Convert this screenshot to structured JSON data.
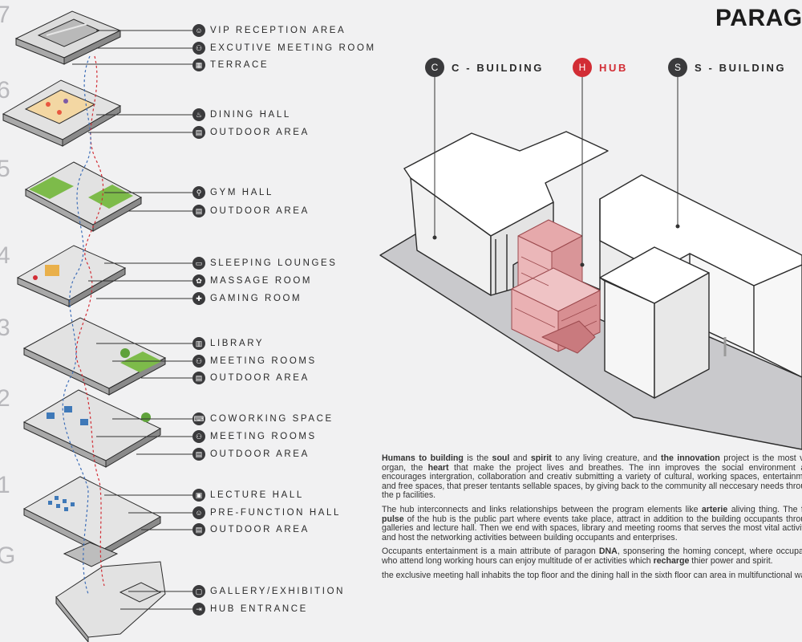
{
  "brand": "PARAG",
  "floors": [
    {
      "num": "7",
      "labels": [
        "VIP RECEPTION AREA",
        "EXCUTIVE MEETING ROOM",
        "TERRACE"
      ]
    },
    {
      "num": "6",
      "labels": [
        "DINING HALL",
        "OUTDOOR AREA"
      ]
    },
    {
      "num": "5",
      "labels": [
        "GYM HALL",
        "OUTDOOR AREA"
      ]
    },
    {
      "num": "4",
      "labels": [
        "SLEEPING LOUNGES",
        "MASSAGE ROOM",
        "GAMING ROOM"
      ]
    },
    {
      "num": "3",
      "labels": [
        "LIBRARY",
        "MEETING ROOMS",
        "OUTDOOR AREA"
      ]
    },
    {
      "num": "2",
      "labels": [
        "COWORKING SPACE",
        "MEETING ROOMS",
        "OUTDOOR AREA"
      ]
    },
    {
      "num": "1",
      "labels": [
        "LECTURE HALL",
        "PRE-FUNCTION HALL",
        "OUTDOOR AREA"
      ]
    },
    {
      "num": "G",
      "labels": [
        "GALLERY/EXHIBITION",
        "HUB ENTRANCE"
      ]
    }
  ],
  "tags": {
    "c_letter": "C",
    "c_label": "C - BUILDING",
    "h_letter": "H",
    "h_label": "HUB",
    "s_letter": "S",
    "s_label": "S - BUILDING"
  },
  "text": {
    "p1": {
      "a": "Humans to building",
      "b": " is the ",
      "c": "soul",
      "d": " and ",
      "e": "spirit",
      "f": " to any living creature, and ",
      "g": "the innovation",
      "h": " project is the most vital organ, the ",
      "i": "heart",
      "j": " that make the project lives and breathes. The inn improves the social environment and encourages intergration, collaboration and creativ submitting a variety of cultural, working spaces, entertainment and free spaces, that preser tentants sellable spaces, by giving back to the community all neccesary needs through the p facilities."
    },
    "p2": {
      "a": "The hub interconnects and links relationships between the program elements like ",
      "b": "arterie",
      "c": " aliving thing. The first ",
      "d": "pulse",
      "e": " of the hub is the public part where events take place, attract in addition to the building occupants through galleries and lecture hall. Then we end with spaces, library and meeting rooms that serves the most vital activities and host the networking activities between building occupants and enterprises."
    },
    "p3": {
      "a": "Occupants entertainment is a main attribute of paragon ",
      "b": "DNA",
      "c": ", sponsering the homing concept, where occupants who attend long working hours can enjoy multitude of er activities which ",
      "d": "recharge",
      "e": " thier power and spirit."
    },
    "p4": "the exclusive meeting hall inhabits the top floor and the dining hall in the sixth floor can area in multifunctional way."
  },
  "colors": {
    "hub": "#d22d35",
    "hub_fill": "#e6a9ab",
    "dark": "#3a3a3c",
    "green": "#7dbb4a"
  }
}
